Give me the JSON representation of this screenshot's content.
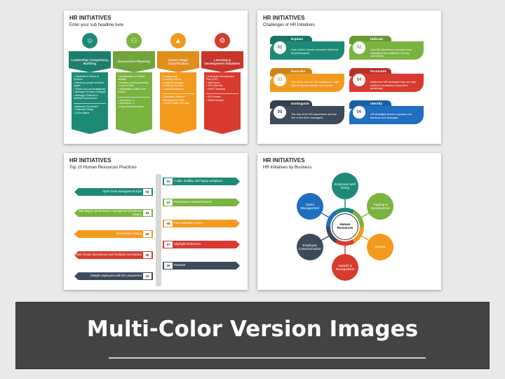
{
  "slide1": {
    "title": "HR INITIATIVES",
    "subtitle": "Enter your sub headline here",
    "columns": [
      {
        "color": "#1d8a78",
        "icon": "people-icon",
        "glyph": "☺",
        "heading": "Leadership Competency Building",
        "items": [
          "Stretches & Drives to Achieve",
          "Develops people as team player",
          "Thinks and act strategically",
          "Manages & leads Changes",
          "Manages External & Internal Environment"
        ],
        "italic": [
          "Balanced Scorecard",
          "Potential Rating",
          "9 Box Matrix"
        ]
      },
      {
        "color": "#7ab33f",
        "icon": "hierarchy-icon",
        "glyph": "⚇",
        "heading": "Succession Planning",
        "items": [
          "Identification of Critical position",
          "Decision-making authority",
          "Level of Risk",
          "Availability of skill in the market"
        ],
        "italic": [
          "Successor- 1",
          "Successor- 2",
          "Drop Dead Successor"
        ]
      },
      {
        "color": "#f39a1e",
        "icon": "growth-chart-icon",
        "glyph": "▲",
        "heading": "Career Stage Classification",
        "items": [
          "Leading self",
          "Leading Others",
          "Leading Managers",
          "Leading Function",
          "Leading Business"
        ],
        "italic": [
          "Specialist /General",
          "Management Path",
          "Career Stage Test gate"
        ]
      },
      {
        "color": "#d83a2f",
        "icon": "gear-icon",
        "glyph": "⚙",
        "heading": "Learning & Development Initiatives",
        "items": [
          "Individual Development Plan (IDP)",
          "Skill Matrix",
          "TNI Calendar",
          "SWOT Analysis"
        ],
        "italic": [
          "IDP Review",
          "Talent Review"
        ]
      }
    ]
  },
  "slide2": {
    "title": "HR INITIATIVES",
    "subtitle": "Challenges of HR Initiatives",
    "cards": [
      {
        "num": "01",
        "heading": "Explain",
        "text": "How a firm's human resources influence its performance.",
        "color": "#1d8a78"
      },
      {
        "num": "02",
        "heading": "Indicate",
        "text": "How HR department members and managers can establish a strong partnership.",
        "color": "#7ab33f"
      },
      {
        "num": "03",
        "heading": "Describe",
        "text": "How firms can use HR initiatives to cope with workplace changes and trends.",
        "color": "#f39a1e"
      },
      {
        "num": "04",
        "heading": "Formulate",
        "text": "Implement HR strategies that can help achieve a sustained competitive advantage.",
        "color": "#d83a2f"
      },
      {
        "num": "05",
        "heading": "Distinguish",
        "text": "The role of the HR department and the role of the firm's managers.",
        "color": "#3d4a5c"
      },
      {
        "num": "06",
        "heading": "Identify",
        "text": "HR strategies that fit corporate and business unit strategies.",
        "color": "#1f6fc0"
      }
    ]
  },
  "slide3": {
    "title": "HR INITIATIVES",
    "subtitle": "Top 10 Human Resources Practices",
    "practices": [
      {
        "num": "01",
        "label": "A safe, healthy, and happy workplace",
        "side": "right",
        "color": "#1d8a78"
      },
      {
        "num": "02",
        "label": "Open book management style",
        "side": "left",
        "color": "#1d8a78"
      },
      {
        "num": "03",
        "label": "Performance-based bonuses",
        "side": "right",
        "color": "#7ab33f"
      },
      {
        "num": "04",
        "label": "360-degree performance management feedback system",
        "side": "left",
        "color": "#7ab33f"
      },
      {
        "num": "05",
        "label": "Fair evaluation system",
        "side": "right",
        "color": "#f39a1e"
      },
      {
        "num": "06",
        "label": "Knowledge sharing",
        "side": "left",
        "color": "#f39a1e"
      },
      {
        "num": "07",
        "label": "Highlight Performers",
        "side": "right",
        "color": "#d83a2f"
      },
      {
        "num": "08",
        "label": "Open house discussions and feedback mechanism",
        "side": "left",
        "color": "#d83a2f"
      },
      {
        "num": "09",
        "label": "Rewards",
        "side": "right",
        "color": "#3d4a5c"
      },
      {
        "num": "10",
        "label": "Delight employees with the unexpected",
        "side": "left",
        "color": "#3d4a5c"
      }
    ]
  },
  "slide4": {
    "title": "HR INITIATIVES",
    "subtitle": "HR Initiatives by Business",
    "hub": "Human Resources",
    "nodes": [
      {
        "label": "Employee Well Being",
        "color": "#1d8a78"
      },
      {
        "label": "Training & Development",
        "color": "#7ab33f"
      },
      {
        "label": "Events",
        "color": "#f39a1e"
      },
      {
        "label": "Awards & Recognitions",
        "color": "#d83a2f"
      },
      {
        "label": "Employee Communication",
        "color": "#3d4a5c"
      },
      {
        "label": "Talent Management",
        "color": "#1f6fc0"
      }
    ]
  },
  "banner": {
    "title": "Multi-Color Version Images"
  }
}
